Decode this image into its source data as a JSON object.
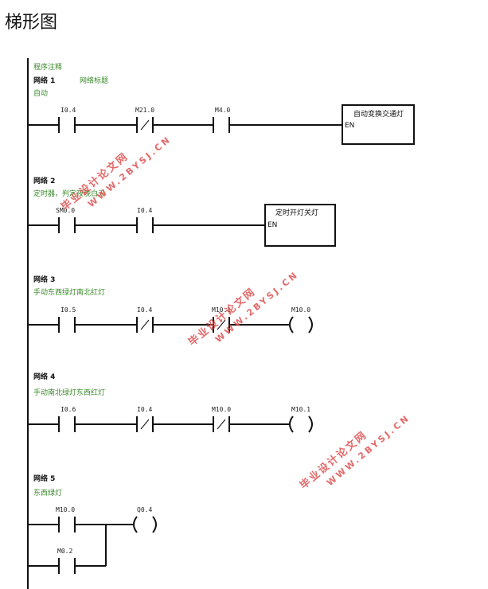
{
  "page": {
    "heading": "梯形图"
  },
  "program_comment": "程序注释",
  "networks": [
    {
      "label": "网络 1",
      "title": "网络标题",
      "comment": "自动",
      "contacts": [
        "I0.4",
        "M21.0",
        "M4.0"
      ],
      "box": {
        "title": "自动变换交通灯",
        "en": "EN"
      }
    },
    {
      "label": "网络 2",
      "title": "",
      "comment": "定时器，判定夜晚白天",
      "contacts": [
        "SM0.0",
        "I0.4"
      ],
      "box": {
        "title": "定时开灯关灯",
        "en": "EN"
      }
    },
    {
      "label": "网络 3",
      "title": "",
      "comment": "手动东西绿灯南北红灯",
      "contacts": [
        "I0.5",
        "I0.4",
        "M10.1"
      ],
      "coil": "M10.0"
    },
    {
      "label": "网络 4",
      "title": "",
      "comment": "手动南北绿灯东西红灯",
      "contacts": [
        "I0.6",
        "I0.4",
        "M10.0"
      ],
      "coil": "M10.1"
    },
    {
      "label": "网络 5",
      "title": "",
      "comment": "东西绿灯",
      "contacts": [
        "M10.0",
        "M0.2"
      ],
      "coil": "Q0.4"
    }
  ],
  "watermark": {
    "line1": "毕业设计论文网",
    "line2": "WWW.2BYSJ.CN",
    "color": "#e05050"
  }
}
